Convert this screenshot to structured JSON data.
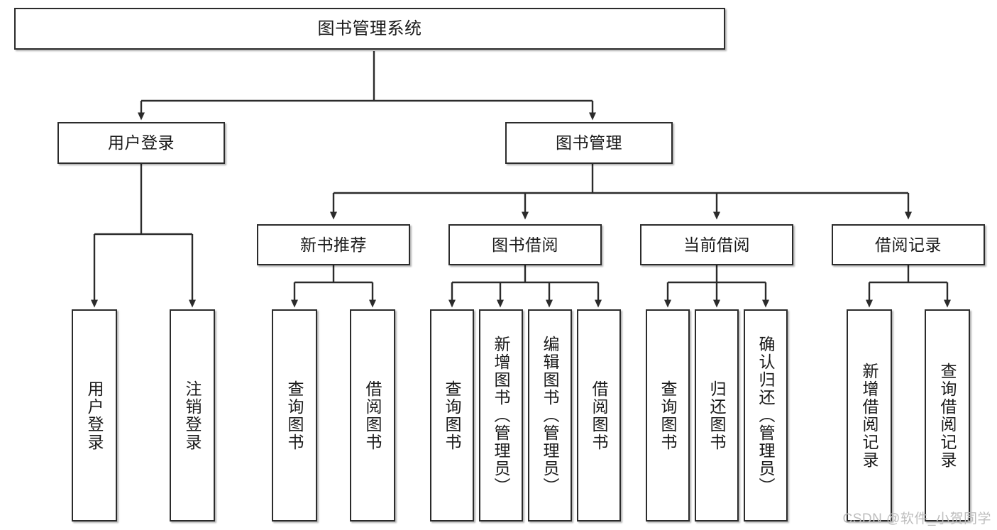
{
  "diagram": {
    "title": "图书管理系统",
    "watermark": "CSDN @软件_小贺同学",
    "colors": {
      "box_border": "#2b2b2b",
      "box_fill": "#ffffff",
      "text": "#1a1a1a",
      "edge": "#2b2b2b",
      "watermark": "#bdbdbd",
      "background": "#ffffff"
    },
    "root": {
      "label": "图书管理系统"
    },
    "level2": [
      {
        "label": "用户登录"
      },
      {
        "label": "图书管理"
      }
    ],
    "level3": [
      {
        "label": "新书推荐"
      },
      {
        "label": "图书借阅"
      },
      {
        "label": "当前借阅"
      },
      {
        "label": "借阅记录"
      }
    ],
    "leaves": [
      {
        "label": "用户登录",
        "parent": "用户登录"
      },
      {
        "label": "注销登录",
        "parent": "用户登录"
      },
      {
        "label": "查询图书",
        "parent": "新书推荐"
      },
      {
        "label": "借阅图书",
        "parent": "新书推荐"
      },
      {
        "label": "查询图书",
        "parent": "图书借阅"
      },
      {
        "label": "新增图书（管理员）",
        "parent": "图书借阅"
      },
      {
        "label": "编辑图书（管理员）",
        "parent": "图书借阅"
      },
      {
        "label": "借阅图书",
        "parent": "图书借阅"
      },
      {
        "label": "查询图书",
        "parent": "当前借阅"
      },
      {
        "label": "归还图书",
        "parent": "当前借阅"
      },
      {
        "label": "确认归还（管理员）",
        "parent": "当前借阅"
      },
      {
        "label": "新增借阅记录",
        "parent": "借阅记录"
      },
      {
        "label": "查询借阅记录",
        "parent": "借阅记录"
      }
    ]
  }
}
